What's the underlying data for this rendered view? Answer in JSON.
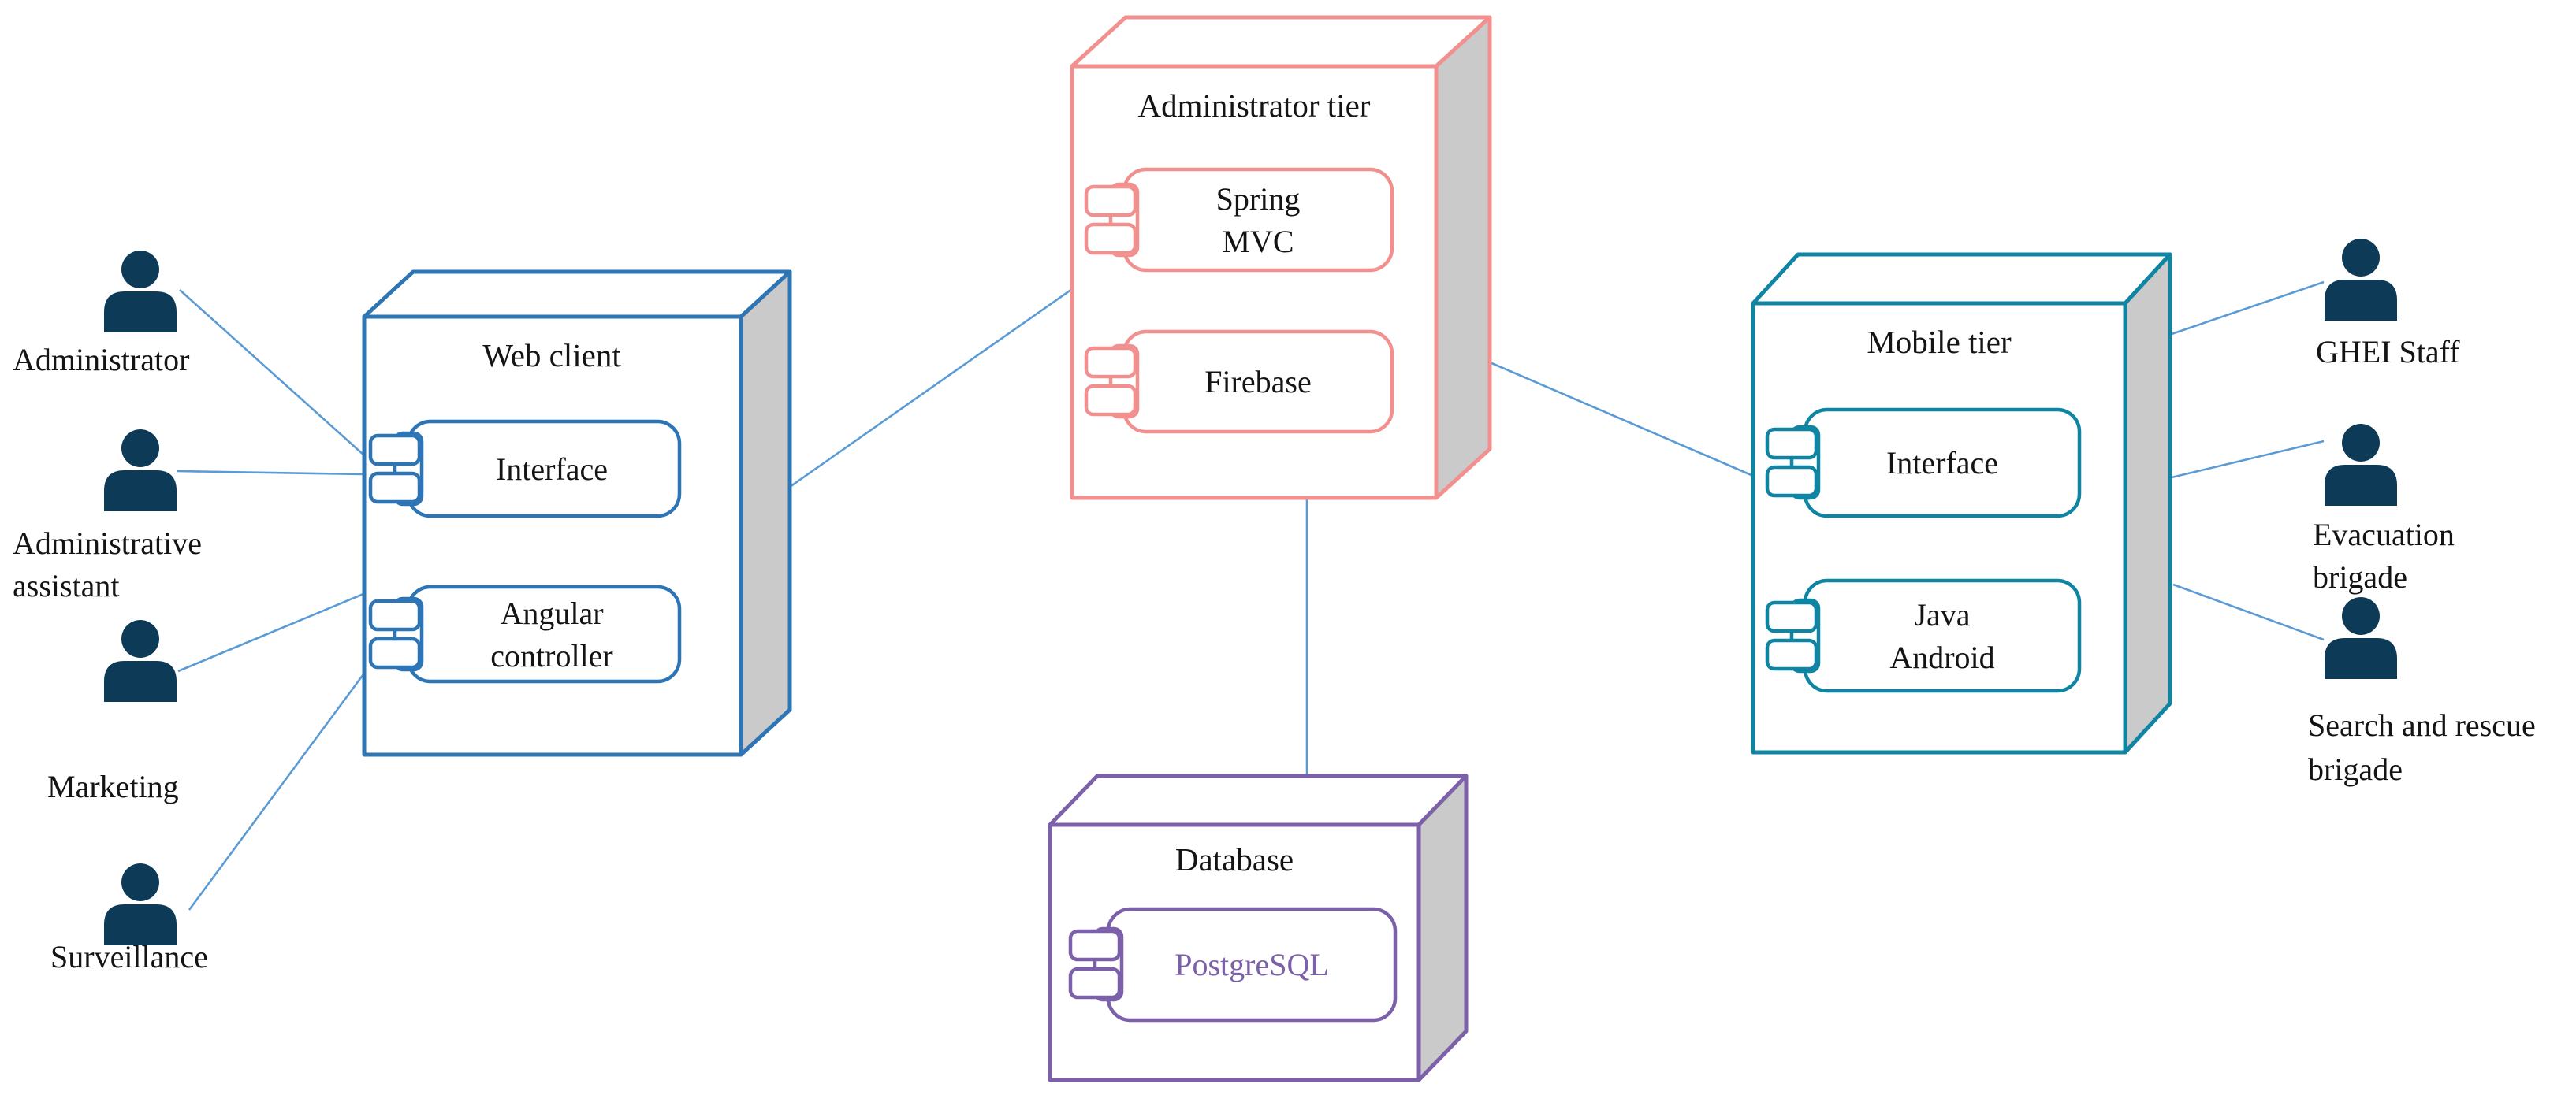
{
  "colors": {
    "web": "#2E75B6",
    "admin": "#F2908F",
    "mobile": "#0F85A3",
    "db": "#7D60AA",
    "connector": "#5B9BD5",
    "side": "#CACACA",
    "person": "#0D3A56",
    "ink": "#141414",
    "bg": "#FFFFFF"
  },
  "nodes": {
    "web": {
      "title": "Web client",
      "components": {
        "interface": {
          "line1": "Interface"
        },
        "angular": {
          "line1": "Angular",
          "line2": "controller"
        }
      }
    },
    "admin": {
      "title": "Administrator tier",
      "components": {
        "spring": {
          "line1": "Spring",
          "line2": "MVC"
        },
        "firebase": {
          "line1": "Firebase"
        }
      }
    },
    "mobile": {
      "title": "Mobile tier",
      "components": {
        "interface": {
          "line1": "Interface"
        },
        "java": {
          "line1": "Java",
          "line2": "Android"
        }
      }
    },
    "db": {
      "title": "Database",
      "components": {
        "postgres": {
          "line1": "PostgreSQL"
        }
      }
    }
  },
  "actors": {
    "administrator": {
      "line1": "Administrator"
    },
    "assistant": {
      "line1": "Administrative",
      "line2": "assistant"
    },
    "marketing": {
      "line1": "Marketing"
    },
    "surveillance": {
      "line1": "Surveillance"
    },
    "ghei": {
      "line1": "GHEI Staff"
    },
    "evacuation": {
      "line1": "Evacuation",
      "line2": "brigade"
    },
    "search": {
      "line1": "Search and rescue",
      "line2": "brigade"
    }
  }
}
